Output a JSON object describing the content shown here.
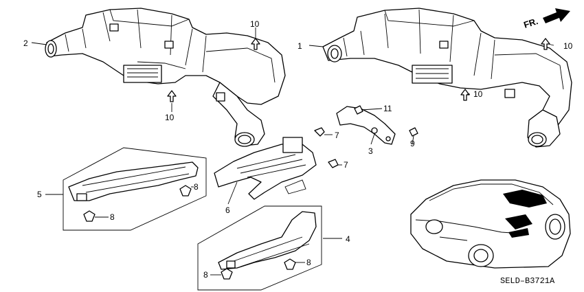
{
  "labels": {
    "p1": "1",
    "p2": "2",
    "p3": "3",
    "p4": "4",
    "p5": "5",
    "p6": "6",
    "p7": "7",
    "p8": "8",
    "p9": "9",
    "p10": "10",
    "p11": "11"
  },
  "front_indicator": "FR.",
  "diagram_code": "SELD–B3721A",
  "icons": [
    "front-arrow-icon",
    "clip-icon",
    "screw-icon",
    "bolt-icon"
  ]
}
